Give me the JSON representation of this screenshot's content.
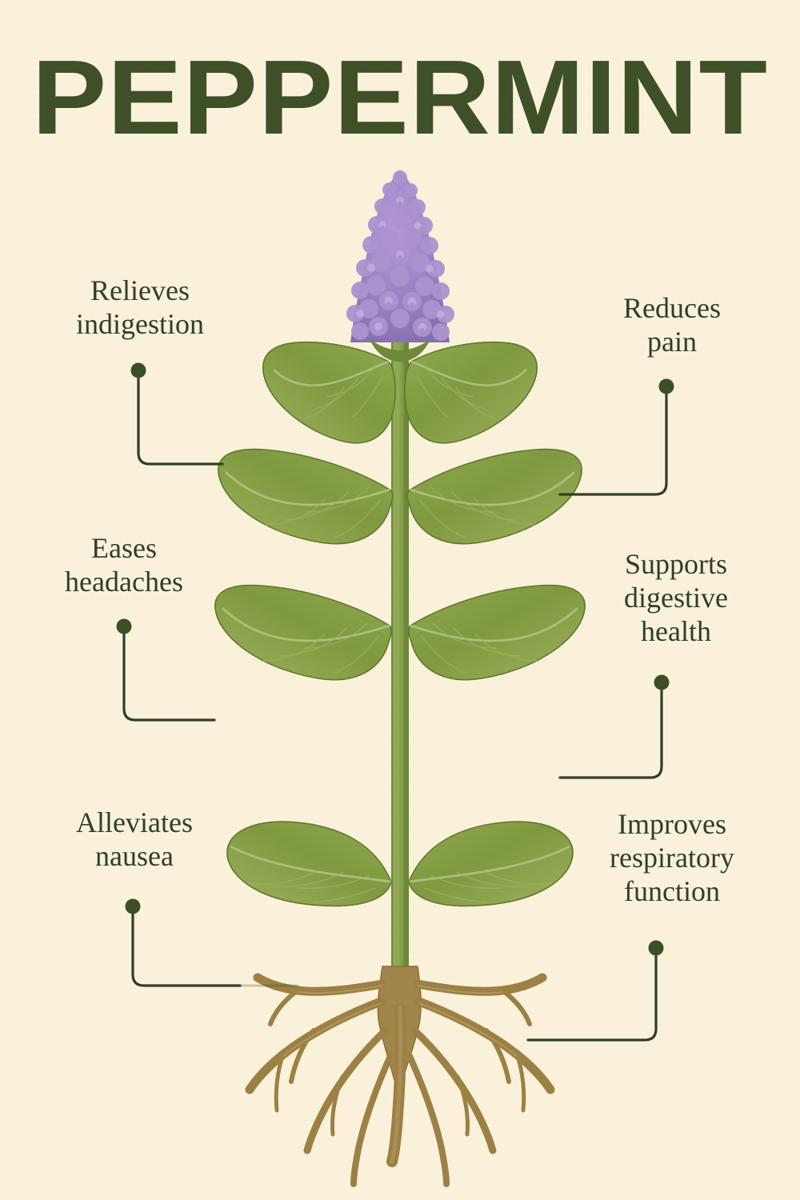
{
  "poster": {
    "title": "PEPPERMINT",
    "background_color": "#FBF2DC",
    "title_color": "#3E5028",
    "label_color": "#2F4022",
    "leader_color": "#2F4022",
    "leaf_color": "#7E9A43",
    "stem_color": "#7E9A43",
    "flower_color": "#9B82C4",
    "root_color": "#9A7D43"
  },
  "subject": {
    "common_name": "Peppermint",
    "illustration": "botanical-plant-diagram",
    "parts": [
      "flower-spike",
      "stem",
      "leaf-pairs",
      "root-system"
    ],
    "leaf_pair_count": 4
  },
  "labels": {
    "left": [
      {
        "id": "relieves-indigestion",
        "line1": "Relieves",
        "line2": "indigestion",
        "line3": ""
      },
      {
        "id": "eases-headaches",
        "line1": "Eases",
        "line2": "headaches",
        "line3": ""
      },
      {
        "id": "alleviates-nausea",
        "line1": "Alleviates",
        "line2": "nausea",
        "line3": ""
      }
    ],
    "right": [
      {
        "id": "reduces-pain",
        "line1": "Reduces",
        "line2": "pain",
        "line3": ""
      },
      {
        "id": "supports-digestive-health",
        "line1": "Supports",
        "line2": "digestive",
        "line3": "health"
      },
      {
        "id": "improves-respiratory-function",
        "line1": "Improves",
        "line2": "respiratory",
        "line3": "function"
      }
    ]
  }
}
